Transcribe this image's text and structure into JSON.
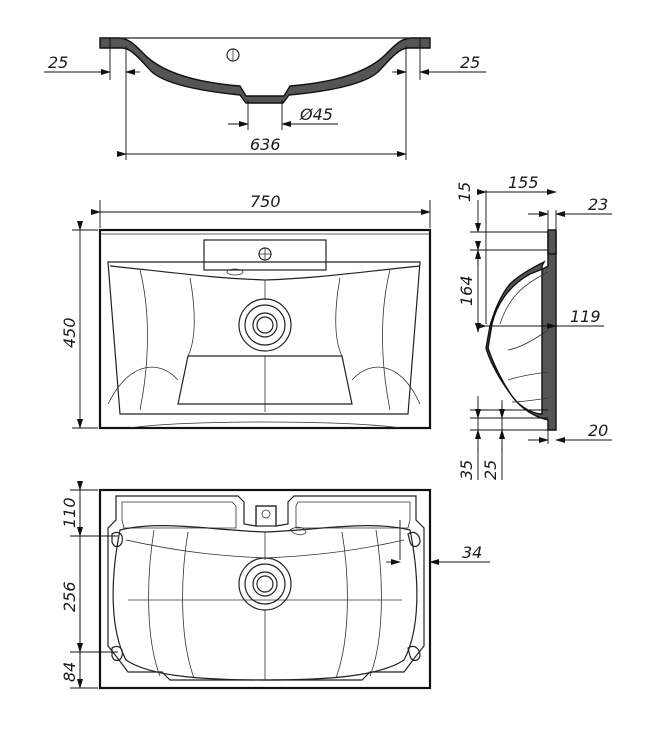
{
  "dimensions": {
    "top_left_rim": "25",
    "top_right_rim": "25",
    "drain_diameter": "Ø45",
    "inner_width": "636",
    "overall_width": "750",
    "overall_depth": "450",
    "side_rim_height": "15",
    "side_depth_total": "155",
    "side_rim_top": "23",
    "side_bowl_height": "164",
    "side_bowl_depth": "119",
    "side_bottom_offset": "20",
    "side_lower_35": "35",
    "side_lower_25": "25",
    "bottom_mount_top": "110",
    "bottom_mount_spacing": "256",
    "bottom_mount_bottom": "84",
    "bottom_mount_offset": "34"
  }
}
